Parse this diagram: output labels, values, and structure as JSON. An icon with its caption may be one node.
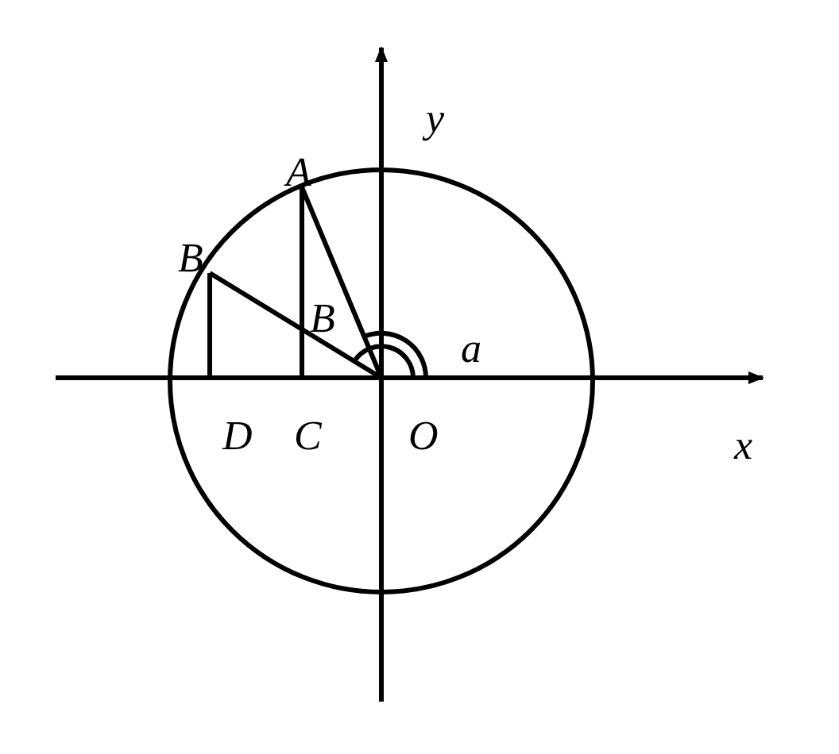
{
  "diagram": {
    "labels": [
      "y",
      "A",
      "B",
      "B",
      "a",
      "D",
      "C",
      "O",
      "x"
    ]
  }
}
